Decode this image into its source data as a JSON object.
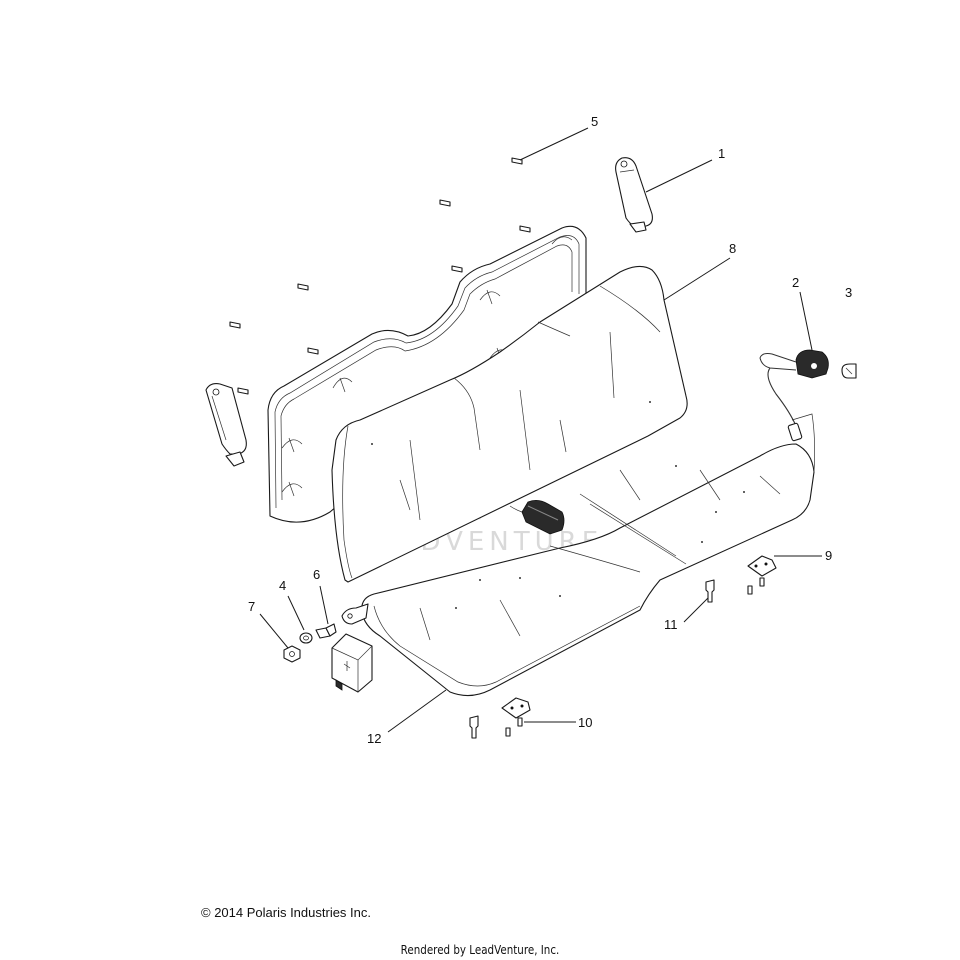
{
  "diagram": {
    "callouts": [
      "1",
      "2",
      "3",
      "4",
      "5",
      "6",
      "7",
      "8",
      "9",
      "10",
      "11",
      "12"
    ],
    "watermark": "LEADVENTURE"
  },
  "footer": {
    "copyright": "© 2014 Polaris Industries Inc.",
    "rendered_by": "Rendered by LeadVenture, Inc."
  }
}
